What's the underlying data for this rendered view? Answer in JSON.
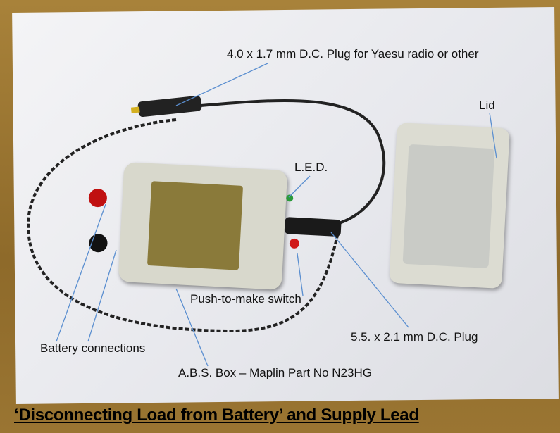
{
  "labels": {
    "dc_plug_yaesu": "4.0 x 1.7 mm D.C. Plug for Yaesu radio or other",
    "lid": "Lid",
    "led": "L.E.D.",
    "push_switch": "Push-to-make switch",
    "dc_plug_55": "5.5. x 2.1 mm D.C. Plug",
    "battery_connections": "Battery connections",
    "abs_box": "A.B.S. Box – Maplin Part No N23HG"
  },
  "caption": "‘Disconnecting Load from Battery’ and Supply Lead",
  "colors": {
    "arrow": "#5b8fd0",
    "wood": "#9a7532",
    "paper": "#eeeef2"
  }
}
